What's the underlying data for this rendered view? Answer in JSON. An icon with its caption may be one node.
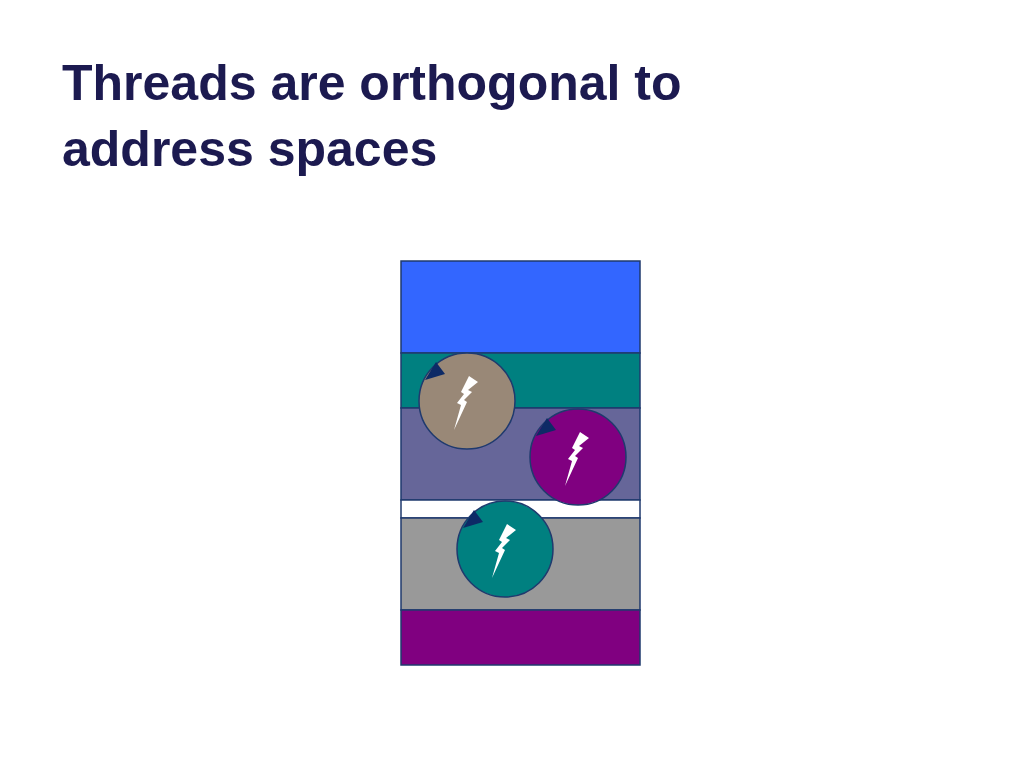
{
  "diagram": {
    "title": "Threads are orthogonal to address spaces",
    "nodes": [
      {
        "text": [],
        "shape": "bar"
      },
      {
        "text": [],
        "shape": "bar"
      },
      {
        "text": [],
        "shape": "bar"
      },
      {
        "text": [],
        "shape": "bar"
      },
      {
        "text": [],
        "shape": "bar"
      },
      {
        "text": [],
        "shape": "bar"
      }
    ]
  }
}
